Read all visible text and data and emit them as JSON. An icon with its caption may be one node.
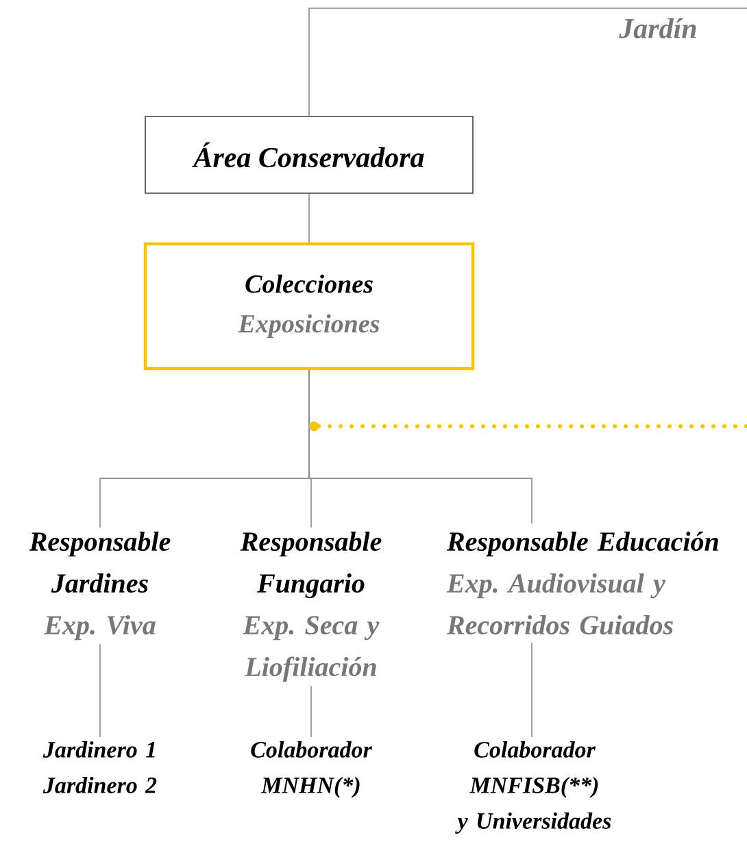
{
  "diagram": {
    "nodes": [
      {
        "text": [
          "Área Conservadora"
        ]
      },
      {
        "text": [
          "Colecciones",
          "Exposiciones"
        ]
      },
      {
        "text": [
          "Responsable Jardines",
          "Exp. Viva"
        ]
      },
      {
        "text": [
          "Responsable Fungario",
          "Exp. Seca y Liofiliación"
        ]
      },
      {
        "text": [
          "Responsable Educación",
          "Exp. Audiovisual y Recorridos Guiados"
        ]
      },
      {
        "text": [
          "Jardinero 1",
          "Jardinero 2"
        ]
      },
      {
        "text": [
          "Colaborador",
          "MNHN(*)"
        ]
      },
      {
        "text": [
          "Colaborador",
          "MNFISB(**)",
          "y Universidades"
        ]
      }
    ],
    "edges": [
      {
        "from": null,
        "to": 0,
        "arrow": "none"
      },
      {
        "from": 0,
        "to": 1,
        "arrow": "none"
      },
      {
        "from": 1,
        "to": 2,
        "arrow": "none"
      },
      {
        "from": 1,
        "to": 3,
        "arrow": "none"
      },
      {
        "from": 1,
        "to": 4,
        "arrow": "none"
      },
      {
        "from": 2,
        "to": 5,
        "arrow": "none"
      },
      {
        "from": 3,
        "to": 6,
        "arrow": "none"
      },
      {
        "from": 4,
        "to": 7,
        "arrow": "none"
      },
      {
        "from": 1,
        "to": null,
        "arrow": "other",
        "style": "dashed",
        "color": "#f5c400"
      }
    ],
    "labels": [
      "Jardín"
    ]
  }
}
